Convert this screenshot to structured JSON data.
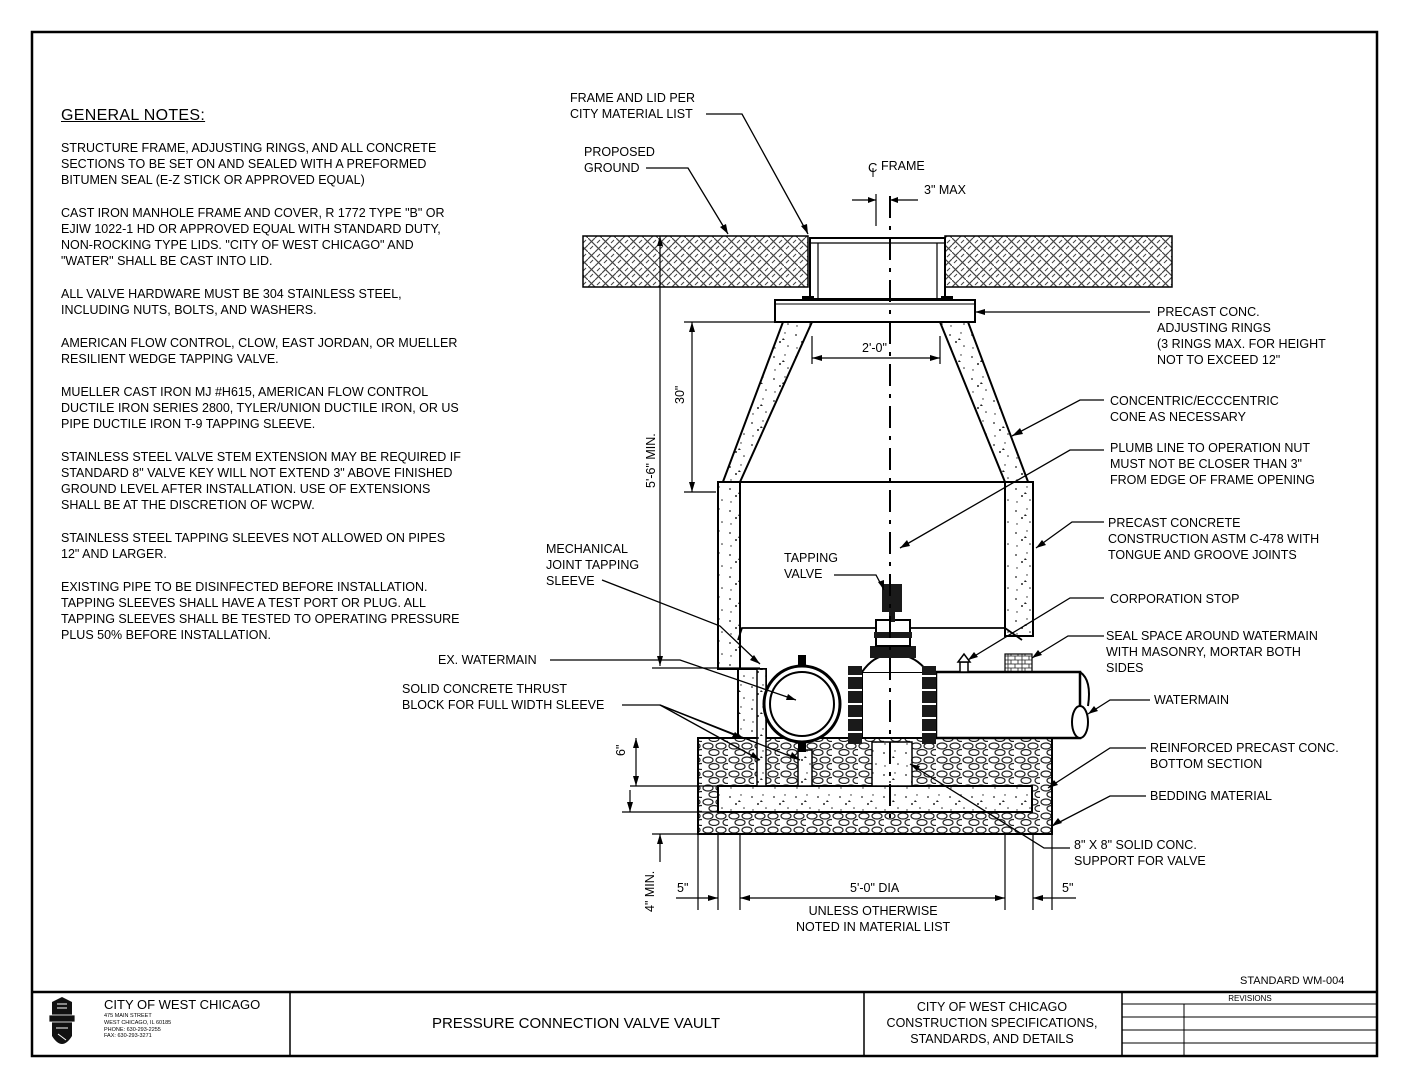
{
  "general_notes": {
    "title": "GENERAL NOTES:",
    "items": [
      "STRUCTURE FRAME, ADJUSTING RINGS, AND ALL CONCRETE\nSECTIONS TO BE SET ON AND SEALED WITH A PREFORMED\nBITUMEN SEAL (E-Z STICK OR APPROVED EQUAL)",
      "CAST IRON MANHOLE FRAME AND COVER, R 1772 TYPE \"B\" OR\nEJIW 1022-1 HD OR APPROVED EQUAL WITH STANDARD DUTY,\nNON-ROCKING TYPE LIDS. \"CITY OF WEST CHICAGO\" AND\n\"WATER\" SHALL BE CAST INTO LID.",
      "ALL VALVE HARDWARE MUST BE 304 STAINLESS STEEL,\nINCLUDING NUTS, BOLTS, AND WASHERS.",
      "AMERICAN FLOW CONTROL, CLOW, EAST JORDAN, OR MUELLER\nRESILIENT WEDGE TAPPING VALVE.",
      "MUELLER CAST IRON MJ #H615, AMERICAN FLOW CONTROL\nDUCTILE IRON SERIES 2800, TYLER/UNION DUCTILE IRON, OR US\nPIPE DUCTILE IRON T-9 TAPPING SLEEVE.",
      "STAINLESS STEEL VALVE STEM EXTENSION MAY BE REQUIRED IF\nSTANDARD 8\" VALVE KEY WILL NOT EXTEND 3\" ABOVE FINISHED\nGROUND LEVEL AFTER INSTALLATION. USE OF EXTENSIONS\nSHALL BE AT THE DISCRETION OF WCPW.",
      "STAINLESS STEEL TAPPING SLEEVES NOT ALLOWED ON PIPES\n12\" AND LARGER.",
      "EXISTING PIPE TO BE DISINFECTED BEFORE INSTALLATION.\nTAPPING SLEEVES SHALL HAVE A TEST PORT OR PLUG. ALL\nTAPPING SLEEVES SHALL BE TESTED TO OPERATING PRESSURE\nPLUS 50% BEFORE INSTALLATION."
    ]
  },
  "labels": {
    "frame_lid": "FRAME AND LID PER\nCITY MATERIAL LIST",
    "proposed_ground": "PROPOSED\nGROUND",
    "cl_frame": "FRAME",
    "three_max": "3\" MAX",
    "adjusting_rings": "PRECAST CONC.\nADJUSTING RINGS\n(3 RINGS MAX. FOR HEIGHT\nNOT TO EXCEED 12\"",
    "two_ft": "2'-0\"",
    "thirty_in": "30\"",
    "five_six_min": "5'-6\" MIN.",
    "cone": "CONCENTRIC/ECCCENTRIC\nCONE AS NECESSARY",
    "plumb_line": "PLUMB LINE TO OPERATION NUT\n MUST NOT BE CLOSER THAN 3\"\nFROM EDGE OF FRAME OPENING",
    "precast_concrete": "PRECAST CONCRETE\nCONSTRUCTION ASTM C-478 WITH\nTONGUE AND GROOVE JOINTS",
    "mech_joint": "MECHANICAL\nJOINT TAPPING\nSLEEVE",
    "tapping_valve": "TAPPING\nVALVE",
    "corporation_stop": "CORPORATION STOP",
    "seal_space": "SEAL SPACE AROUND WATERMAIN\nWITH MASONRY, MORTAR BOTH\nSIDES",
    "ex_watermain": "EX. WATERMAIN",
    "thrust_block": "SOLID CONCRETE THRUST\nBLOCK FOR FULL WIDTH SLEEVE",
    "watermain": "WATERMAIN",
    "six_in": "6\"",
    "bottom_section": "REINFORCED PRECAST CONC.\nBOTTOM SECTION",
    "bedding": "BEDDING MATERIAL",
    "support": "8\" X 8\" SOLID CONC.\nSUPPORT FOR VALVE",
    "four_min": "4\" MIN.",
    "five_in_left": "5\"",
    "five_dia": "5'-0\" DIA",
    "five_in_right": "5\"",
    "unless": "UNLESS OTHERWISE\nNOTED IN MATERIAL LIST"
  },
  "title_block": {
    "standard": "STANDARD WM-004",
    "city": "CITY OF WEST CHICAGO",
    "address": "475 MAIN STREET\nWEST CHICAGO, IL 60185\nPHONE: 630-293-2255\nFAX: 630-293-3271",
    "drawing_title": "PRESSURE CONNECTION VALVE VAULT",
    "spec": "CITY OF WEST CHICAGO\nCONSTRUCTION SPECIFICATIONS,\nSTANDARDS, AND DETAILS",
    "revisions": "REVISIONS"
  }
}
